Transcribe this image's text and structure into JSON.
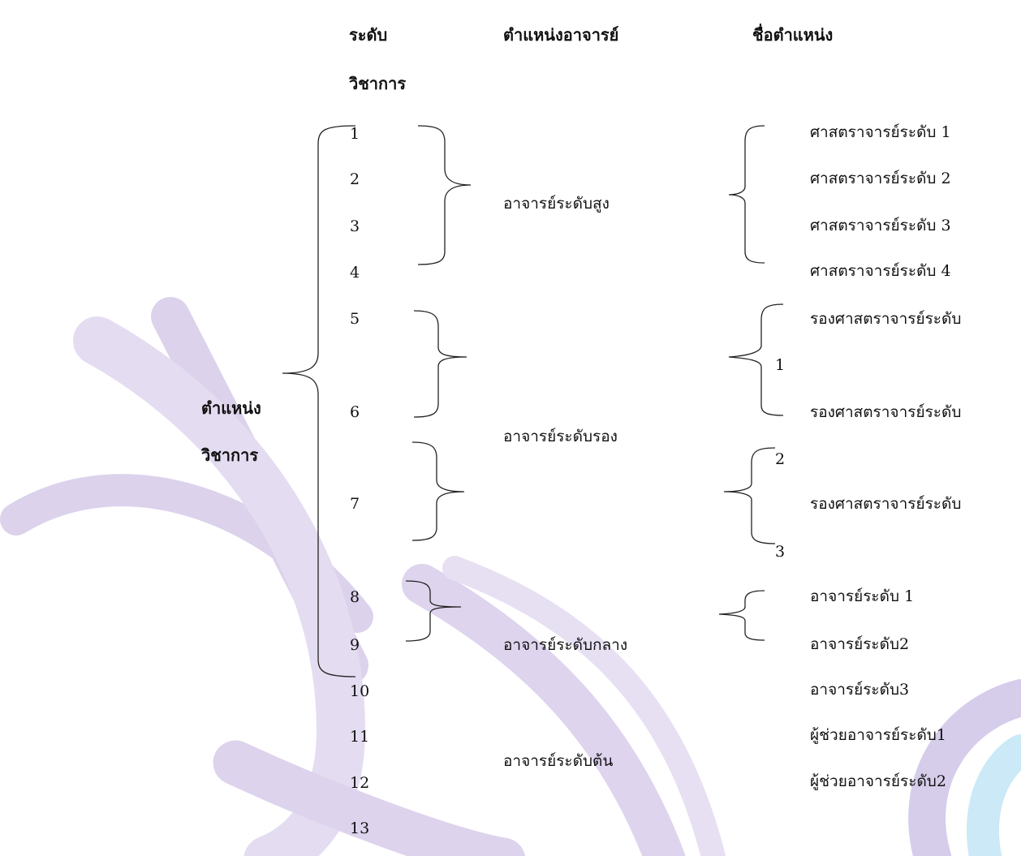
{
  "headers": {
    "level_line1": "ระดับ",
    "level_line2": "วิชาการ",
    "teacher_position": "ตำแหน่งอาจารย์",
    "position_name": "ชื่อตำแหน่ง"
  },
  "left_label": {
    "line1": "ตำแหน่ง",
    "line2": "วิชาการ"
  },
  "levels": [
    "1",
    "2",
    "3",
    "4",
    "5",
    "6",
    "7",
    "8",
    "9",
    "10",
    "11",
    "12",
    "13"
  ],
  "groups": {
    "high": "อาจารย์ระดับสูง",
    "associate": "อาจารย์ระดับรอง",
    "middle": "อาจารย์ระดับกลาง",
    "entry": "อาจารย์ระดับต้น"
  },
  "names": [
    "ศาสตราจารย์ระดับ 1",
    "ศาสตราจารย์ระดับ 2",
    "ศาสตราจารย์ระดับ 3",
    "ศาสตราจารย์ระดับ 4",
    "รองศาสตราจารย์ระดับ",
    "1",
    "รองศาสตราจารย์ระดับ",
    "2",
    "รองศาสตราจารย์ระดับ",
    "3",
    "อาจารย์ระดับ 1",
    "อาจารย์ระดับ2",
    "อาจารย์ระดับ3",
    "ผู้ช่วยอาจารย์ระดับ1",
    "ผู้ช่วยอาจารย์ระดับ2"
  ],
  "colors": {
    "watermark_purple": "#d9cfea",
    "watermark_blue": "#d3ecf6",
    "line": "#222222"
  }
}
